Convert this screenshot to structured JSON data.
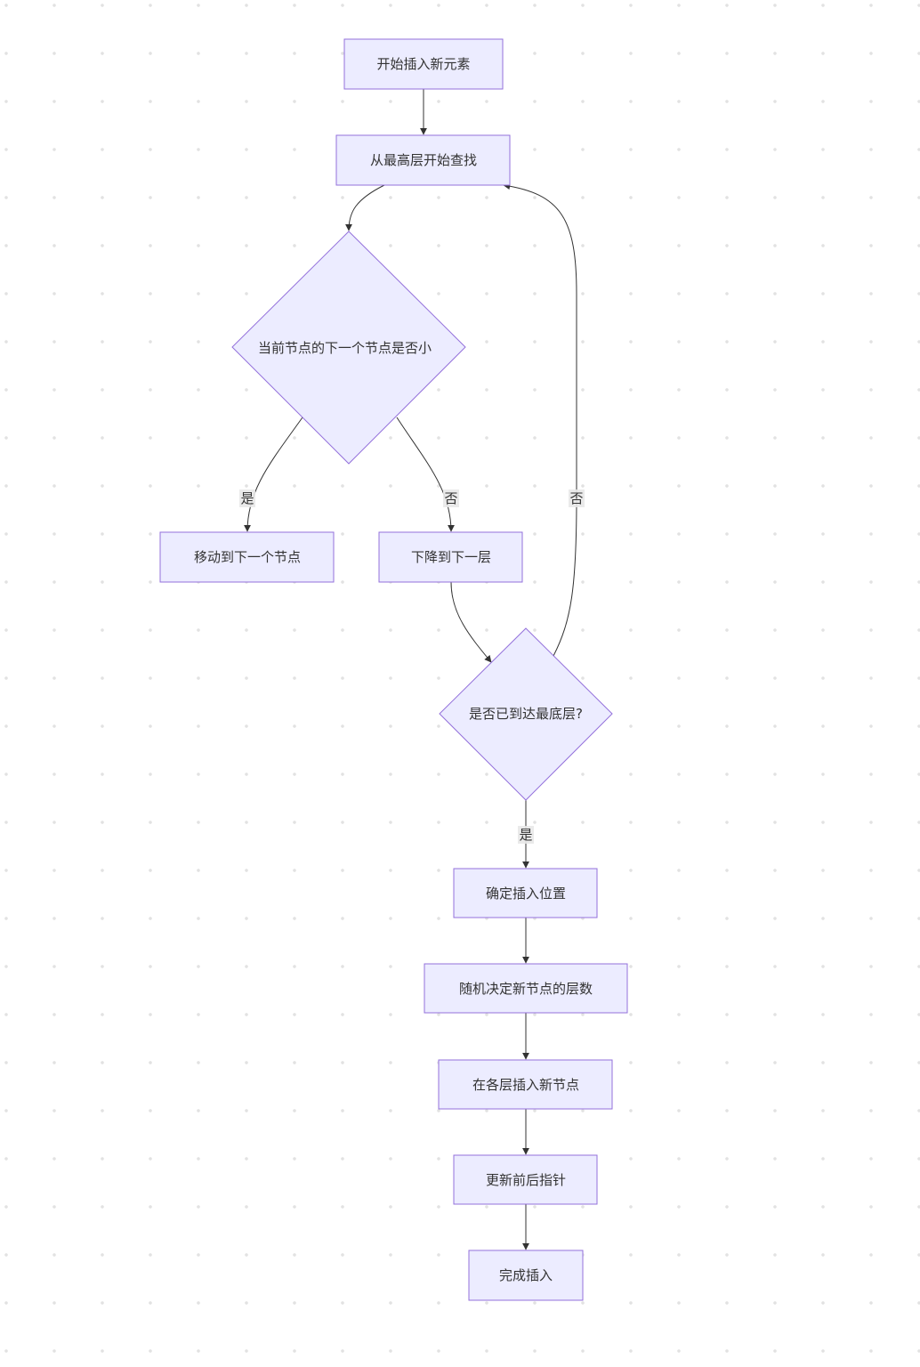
{
  "nodes": {
    "start": "开始插入新元素",
    "search_top": "从最高层开始查找",
    "compare": "当前节点的下一个节点是否小",
    "move_next": "移动到下一个节点",
    "go_down": "下降到下一层",
    "bottom_check": "是否已到达最底层?",
    "find_position": "确定插入位置",
    "random_level": "随机决定新节点的层数",
    "insert_levels": "在各层插入新节点",
    "update_pointers": "更新前后指针",
    "done": "完成插入"
  },
  "edge_labels": {
    "compare_yes": "是",
    "compare_no": "否",
    "bottom_no": "否",
    "bottom_yes": "是"
  },
  "colors": {
    "node_fill": "#ececff",
    "node_stroke": "#9370db",
    "edge": "#333333"
  }
}
